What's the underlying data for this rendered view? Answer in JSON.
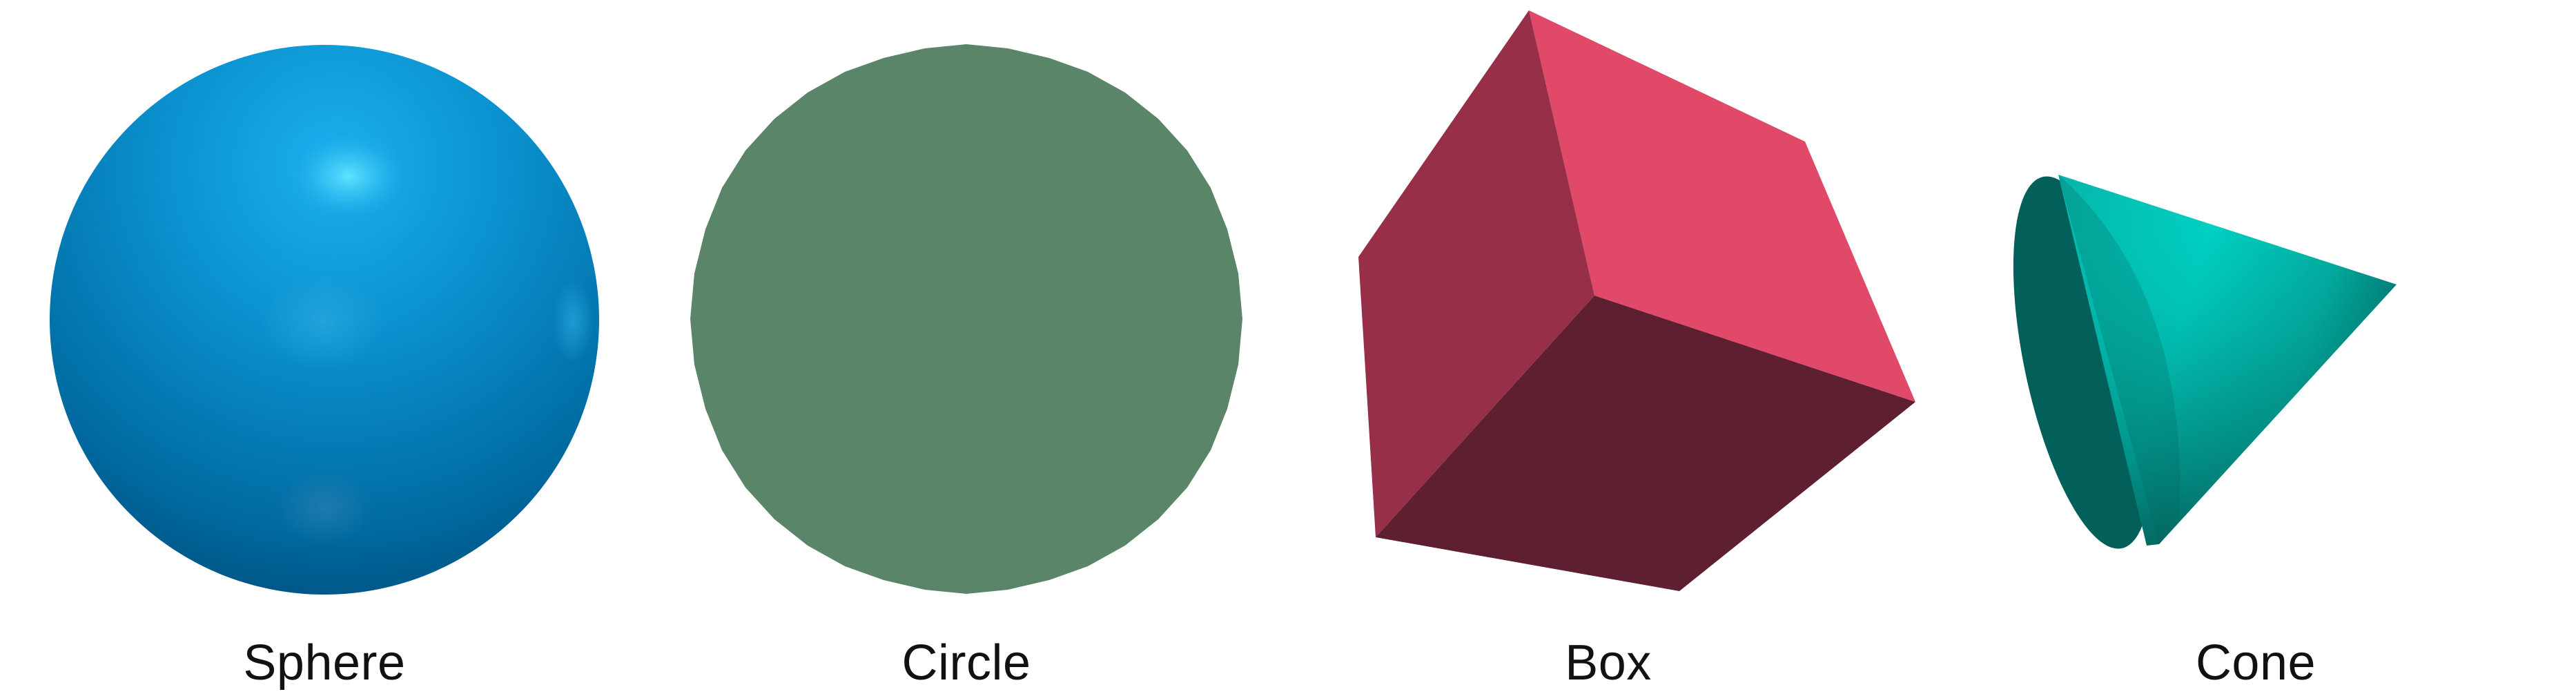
{
  "shapes": [
    {
      "name": "Sphere",
      "label": "Sphere",
      "color": "#0a8fd0"
    },
    {
      "name": "Circle",
      "label": "Circle",
      "color": "#5a8568"
    },
    {
      "name": "Box",
      "label": "Box",
      "color": "#e0506b"
    },
    {
      "name": "Cone",
      "label": "Cone",
      "color": "#00cdbf"
    }
  ]
}
